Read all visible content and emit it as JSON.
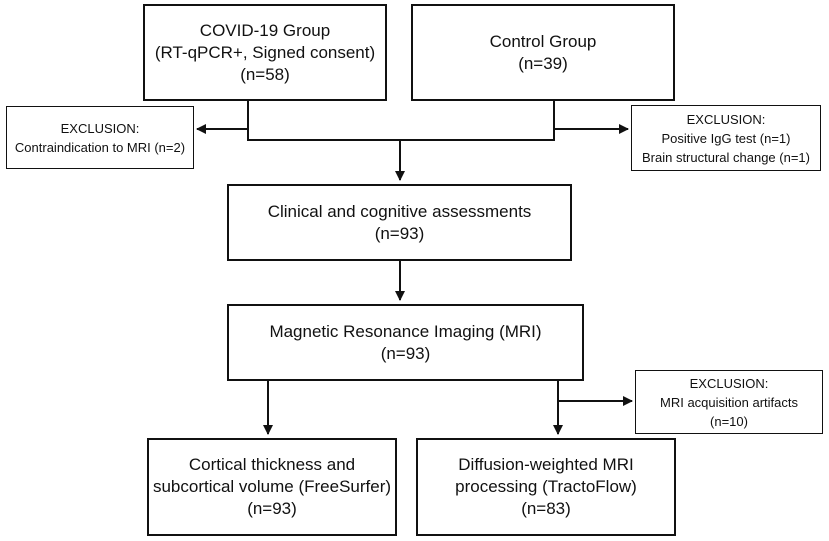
{
  "covid_group": {
    "title": "COVID-19 Group",
    "criteria": "(RT-qPCR+, Signed consent)",
    "n": "(n=58)"
  },
  "control_group": {
    "title": "Control Group",
    "n": "(n=39)"
  },
  "exclusion_mri_contra": {
    "heading": "EXCLUSION:",
    "reason": "Contraindication to MRI (n=2)"
  },
  "exclusion_control": {
    "heading": "EXCLUSION:",
    "reason_1": "Positive IgG test (n=1)",
    "reason_2": "Brain structural change (n=1)"
  },
  "clinical": {
    "title": "Clinical and cognitive assessments",
    "n": "(n=93)"
  },
  "mri": {
    "title": "Magnetic Resonance Imaging (MRI)",
    "n": "(n=93)"
  },
  "exclusion_artifacts": {
    "heading": "EXCLUSION:",
    "reason": "MRI acquisition artifacts",
    "n": "(n=10)"
  },
  "freesurfer": {
    "line_1": "Cortical thickness and",
    "line_2": "subcortical volume (FreeSurfer)",
    "n": "(n=93)"
  },
  "tractoflow": {
    "line_1": "Diffusion-weighted MRI",
    "line_2": "processing (TractoFlow)",
    "n": "(n=83)"
  }
}
